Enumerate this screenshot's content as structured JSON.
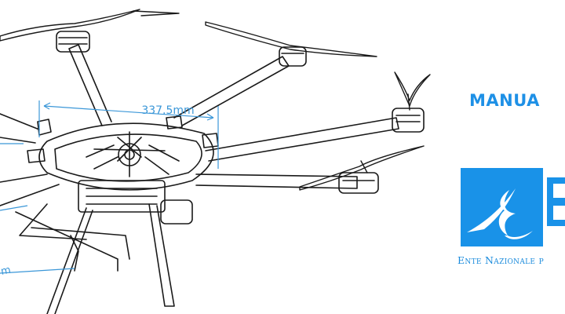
{
  "diagram": {
    "dimension_label": "337.5mm",
    "partial_dimension_label": "m"
  },
  "header": {
    "title": "MANUA"
  },
  "logo": {
    "brand_color": "#1992e8",
    "tagline": "Ente Nazionale p"
  },
  "colors": {
    "line_art": "#1a1a1a",
    "dimension": "#3b97d8",
    "accent": "#1e90e6"
  }
}
